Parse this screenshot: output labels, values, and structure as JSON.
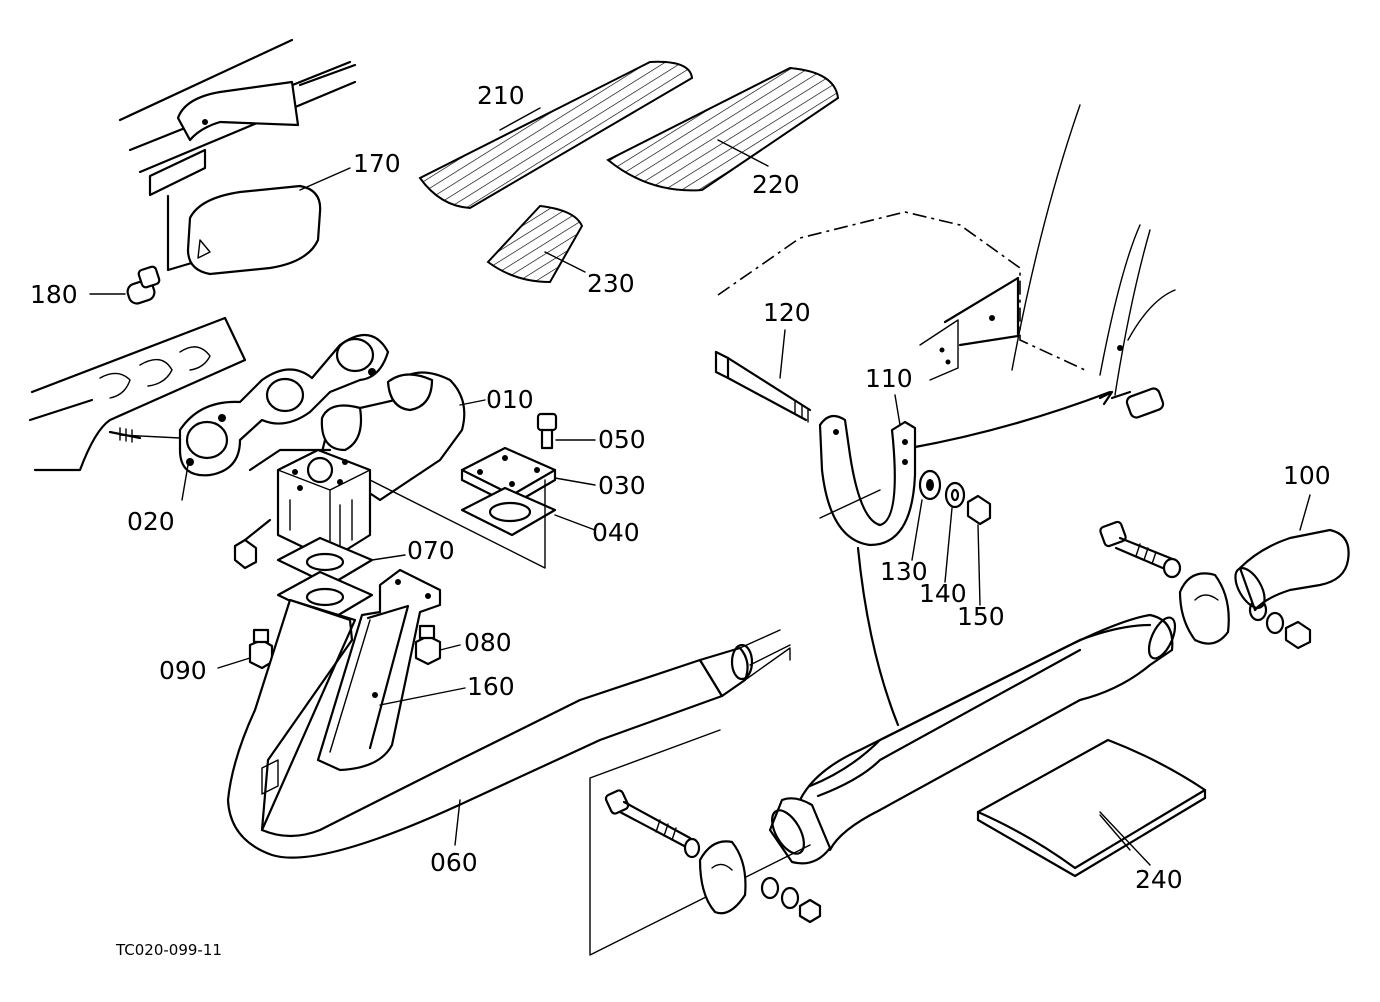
{
  "labels": {
    "p010": "010",
    "p020": "020",
    "p030": "030",
    "p040": "040",
    "p050": "050",
    "p060": "060",
    "p070": "070",
    "p080": "080",
    "p090": "090",
    "p100": "100",
    "p110": "110",
    "p120": "120",
    "p130": "130",
    "p140": "140",
    "p150": "150",
    "p160": "160",
    "p170": "170",
    "p180": "180",
    "p210": "210",
    "p220": "220",
    "p230": "230",
    "p240": "240"
  },
  "drawing_code": "TC020-099-11"
}
